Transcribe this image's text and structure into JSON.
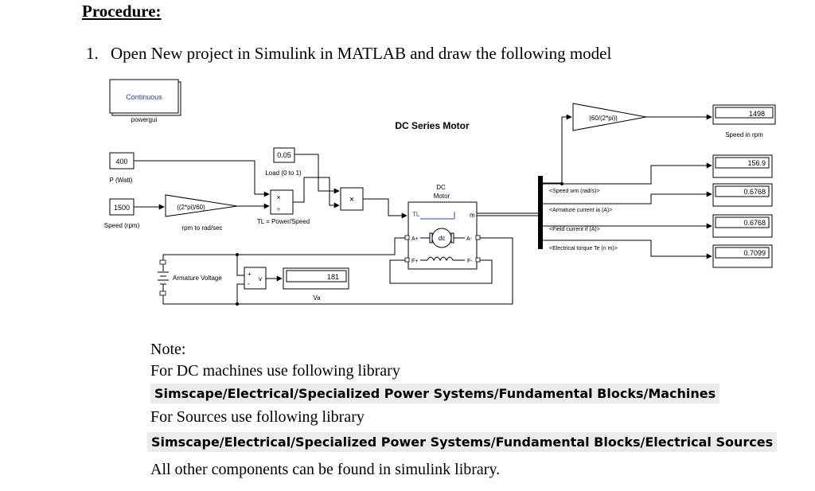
{
  "heading": "Procedure:",
  "step": {
    "number": "1.",
    "text": "Open New project in Simulink in MATLAB and draw the following model"
  },
  "diagram": {
    "title": "DC Series Motor",
    "powergui": {
      "label": "Continuous",
      "caption": "powergui"
    },
    "p_watt": {
      "value": "400",
      "caption": "P (Watt)"
    },
    "speed_rpm": {
      "value": "1500",
      "caption": "Speed (rpm)"
    },
    "gain_rpm_rad": {
      "label": "((2*pi)/60)",
      "caption": "rpm to rad/sec"
    },
    "load_const": {
      "value": "0.05",
      "caption": "Load (0 to 1)"
    },
    "divide_caption": "TL = Power/Speed",
    "product_symbol": "×",
    "mult_sign": "×",
    "div_sign": "÷",
    "dc_motor": {
      "title_line1": "DC",
      "title_line2": "Motor",
      "port_tl": "TL",
      "port_m": "m",
      "port_a_plus": "A+",
      "port_a_minus": "A-",
      "port_f_plus": "F+",
      "port_f_minus": "F-",
      "center": "dc"
    },
    "armature_voltage": "Armature Voltage",
    "voltmeter": {
      "plus": "+",
      "minus": "-",
      "out": "v"
    },
    "va_display": {
      "value": "181",
      "caption": "Va"
    },
    "gain_rad_rpm": {
      "label": "(60/(2*pi))"
    },
    "speed_in_rpm": {
      "value": "1498",
      "caption": "Speed in rpm"
    },
    "signals": [
      "<Speed wm (rad/s)>",
      "<Armature current ia (A)>",
      "<Field current if (A)>",
      "<Electrical torque Te (n m)>"
    ],
    "displays": [
      "156.9",
      "0.6768",
      "0.6768",
      "0.7099"
    ]
  },
  "note": {
    "title": "Note:",
    "dc_line": "For DC machines use following library",
    "dc_path": "Simscape/Electrical/Specialized Power Systems/Fundamental Blocks/Machines",
    "src_line": "For Sources use following library",
    "src_path": "Simscape/Electrical/Specialized Power Systems/Fundamental Blocks/Electrical Sources",
    "other_line": "All other components can be found in simulink library."
  }
}
